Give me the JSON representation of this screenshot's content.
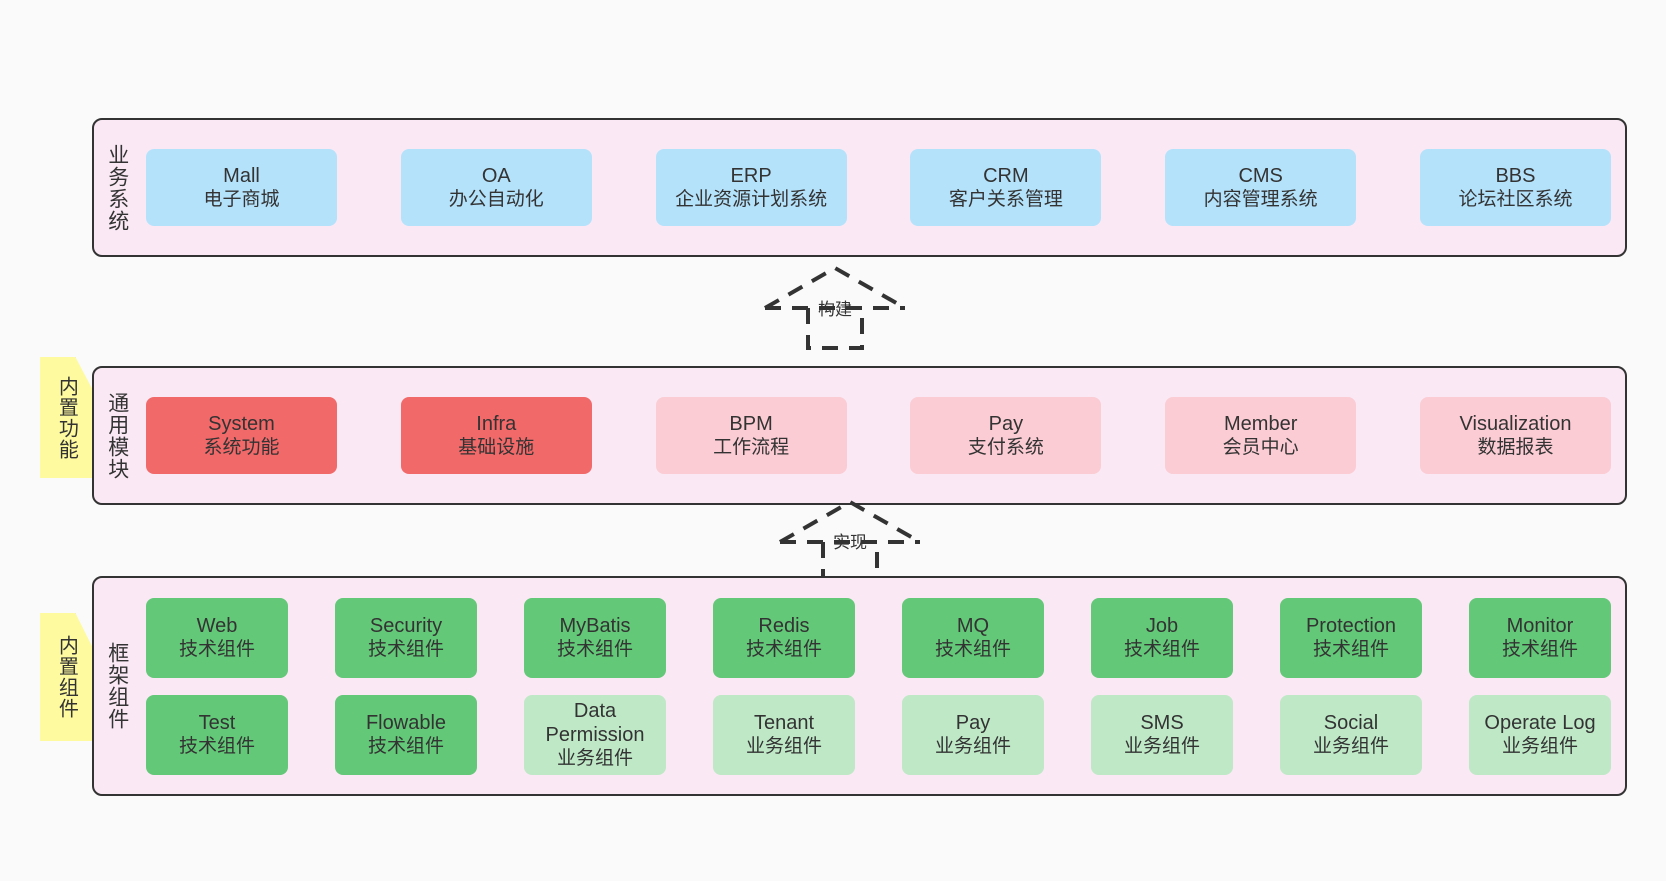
{
  "diagram": {
    "background_color": "#fafafa",
    "layer_fill": "#fae9f4",
    "layer_border": "#333333",
    "note_fill": "#fdfaa0",
    "note_fold": "#c9c9c9"
  },
  "notes": [
    {
      "label": "内置功能"
    },
    {
      "label": "内置组件"
    }
  ],
  "connectors": [
    {
      "label": "构建",
      "name": "build"
    },
    {
      "label": "实现",
      "name": "implement"
    }
  ],
  "layers": [
    {
      "name": "business-systems",
      "title": "业务系统",
      "cards": [
        {
          "en": "Mall",
          "cn": "电子商城",
          "color": "#b5e2fb"
        },
        {
          "en": "OA",
          "cn": "办公自动化",
          "color": "#b5e2fb"
        },
        {
          "en": "ERP",
          "cn": "企业资源计划系统",
          "color": "#b5e2fb"
        },
        {
          "en": "CRM",
          "cn": "客户关系管理",
          "color": "#b5e2fb"
        },
        {
          "en": "CMS",
          "cn": "内容管理系统",
          "color": "#b5e2fb"
        },
        {
          "en": "BBS",
          "cn": "论坛社区系统",
          "color": "#b5e2fb"
        }
      ]
    },
    {
      "name": "common-modules",
      "title": "通用模块",
      "cards": [
        {
          "en": "System",
          "cn": "系统功能",
          "color": "#f2696a"
        },
        {
          "en": "Infra",
          "cn": "基础设施",
          "color": "#f2696a"
        },
        {
          "en": "BPM",
          "cn": "工作流程",
          "color": "#fbccd4"
        },
        {
          "en": "Pay",
          "cn": "支付系统",
          "color": "#fbccd4"
        },
        {
          "en": "Member",
          "cn": "会员中心",
          "color": "#fbccd4"
        },
        {
          "en": "Visualization",
          "cn": "数据报表",
          "color": "#fbccd4"
        }
      ]
    },
    {
      "name": "framework-components",
      "title": "框架组件",
      "rows": [
        [
          {
            "en": "Web",
            "cn": "技术组件",
            "color": "#63c878"
          },
          {
            "en": "Security",
            "cn": "技术组件",
            "color": "#63c878"
          },
          {
            "en": "MyBatis",
            "cn": "技术组件",
            "color": "#63c878"
          },
          {
            "en": "Redis",
            "cn": "技术组件",
            "color": "#63c878"
          },
          {
            "en": "MQ",
            "cn": "技术组件",
            "color": "#63c878"
          },
          {
            "en": "Job",
            "cn": "技术组件",
            "color": "#63c878"
          },
          {
            "en": "Protection",
            "cn": "技术组件",
            "color": "#63c878"
          },
          {
            "en": "Monitor",
            "cn": "技术组件",
            "color": "#63c878"
          }
        ],
        [
          {
            "en": "Test",
            "cn": "技术组件",
            "color": "#63c878"
          },
          {
            "en": "Flowable",
            "cn": "技术组件",
            "color": "#63c878"
          },
          {
            "en": "Data Permission",
            "cn": "业务组件",
            "color": "#bfe8c7"
          },
          {
            "en": "Tenant",
            "cn": "业务组件",
            "color": "#bfe8c7"
          },
          {
            "en": "Pay",
            "cn": "业务组件",
            "color": "#bfe8c7"
          },
          {
            "en": "SMS",
            "cn": "业务组件",
            "color": "#bfe8c7"
          },
          {
            "en": "Social",
            "cn": "业务组件",
            "color": "#bfe8c7"
          },
          {
            "en": "Operate Log",
            "cn": "业务组件",
            "color": "#bfe8c7"
          }
        ]
      ]
    }
  ]
}
